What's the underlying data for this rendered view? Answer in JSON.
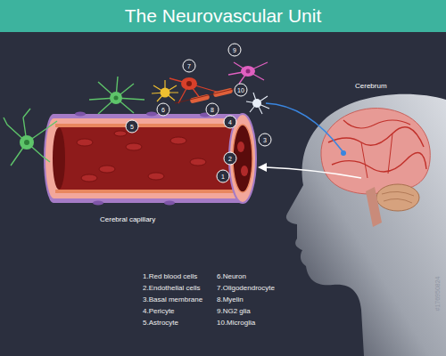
{
  "diagram": {
    "title": "The Neurovascular Unit",
    "labels": [
      "1",
      "2",
      "3",
      "4",
      "5",
      "6",
      "7",
      "8",
      "9",
      "10",
      "Cerebrum",
      "Cerebral capillary",
      "1.Red blood cells",
      "2.Endothelial cells",
      "3.Basal membrane",
      "4.Pericyte",
      "5.Astrocyte",
      "6.Neuron",
      "7.Oligodendrocyte",
      "8.Myelin",
      "9.NG2 glia",
      "10.Microglia",
      "#176950824"
    ]
  }
}
